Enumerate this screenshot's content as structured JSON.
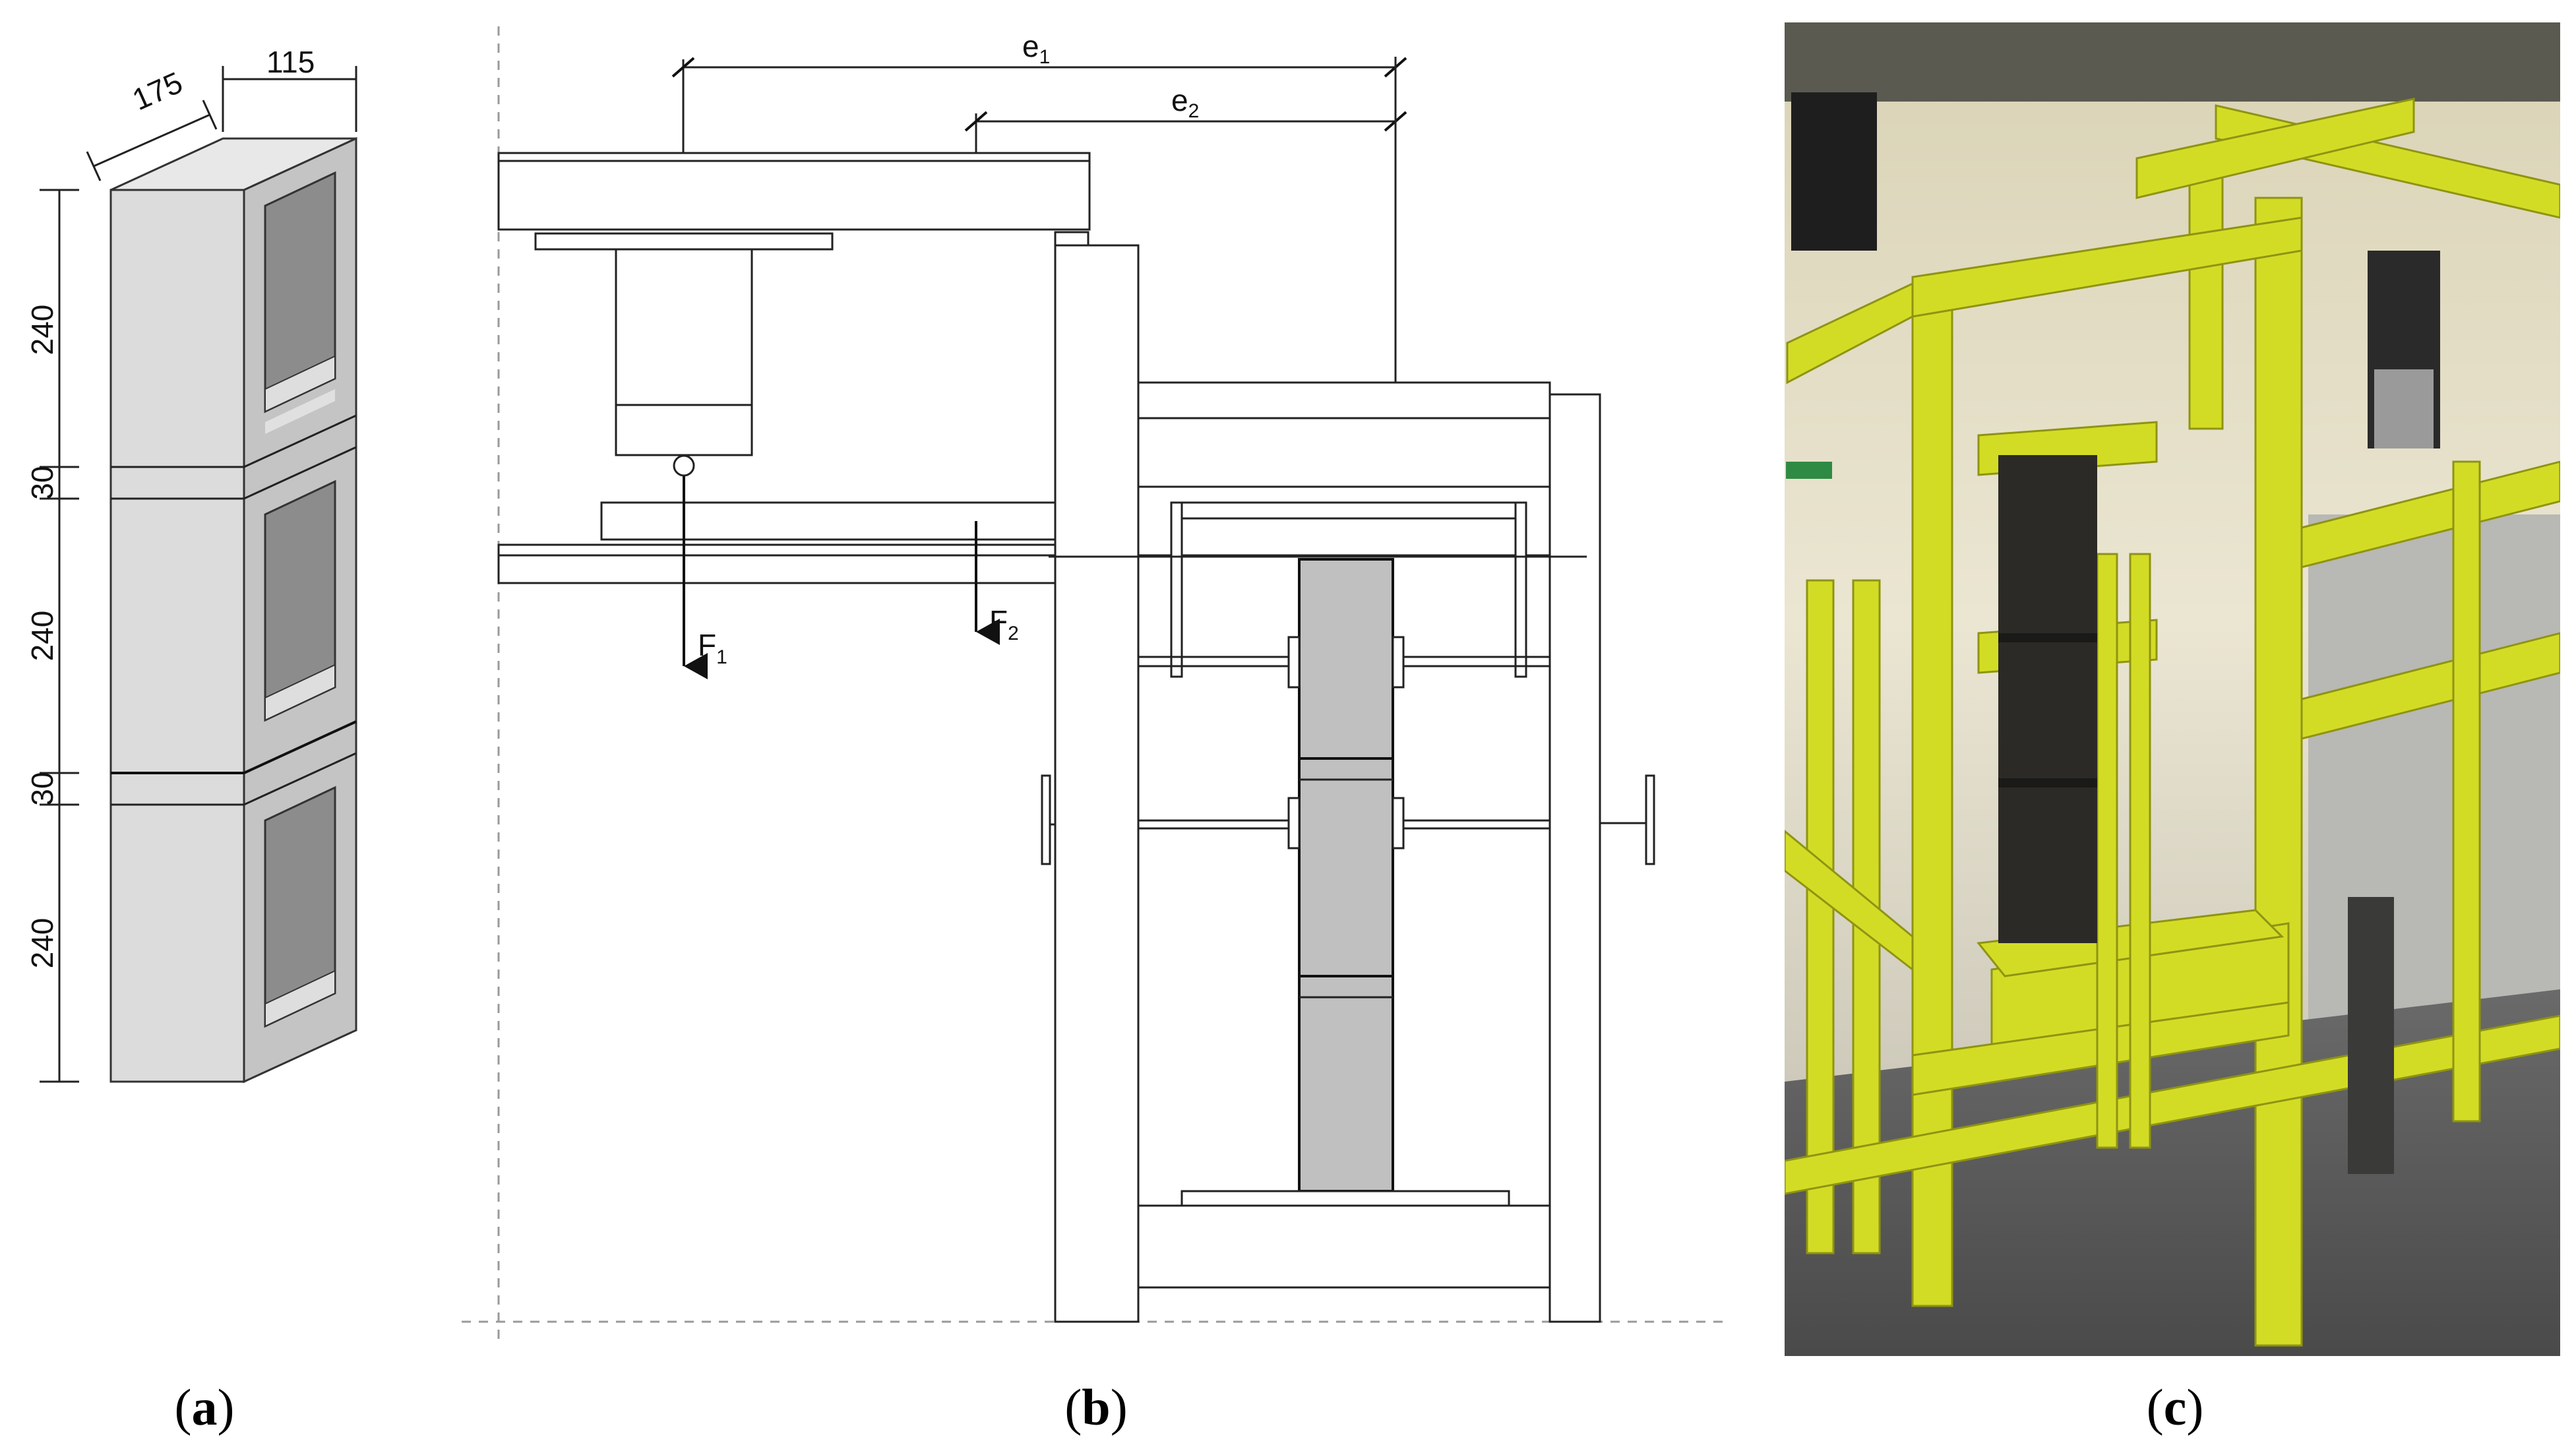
{
  "panel_a": {
    "dims": {
      "depth": "175",
      "width": "115",
      "block1": "240",
      "joint1": "30",
      "block2": "240",
      "joint2": "30",
      "block3": "240"
    },
    "caption_open": "(",
    "caption_letter": "a",
    "caption_close": ")"
  },
  "panel_b": {
    "e1": {
      "base": "e",
      "sub": "1"
    },
    "e2": {
      "base": "e",
      "sub": "2"
    },
    "f1": {
      "base": "F",
      "sub": "1"
    },
    "f2": {
      "base": "F",
      "sub": "2"
    },
    "caption_open": "(",
    "caption_letter": "b",
    "caption_close": ")"
  },
  "panel_c": {
    "caption_open": "(",
    "caption_letter": "c",
    "caption_close": ")"
  },
  "colors": {
    "block_face": "#d9d9d9",
    "block_side": "#bdbdbd",
    "block_hole": "#8a8a8a",
    "specimen": "#c0c0c0",
    "frame_yellow": "#d8e02a",
    "photo_wall": "#e6e0c8"
  }
}
